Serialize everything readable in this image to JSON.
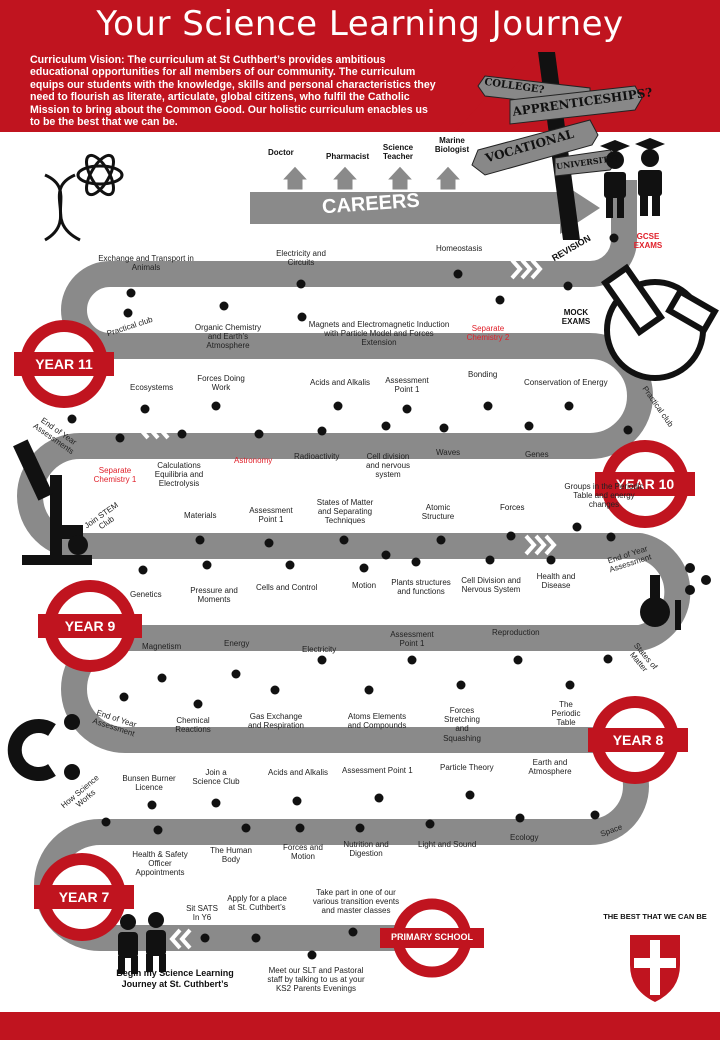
{
  "title": "Your Science Learning Journey",
  "vision": "Curriculum Vision:  The curriculum at St Cuthbert’s provides ambitious educational opportunities  for all members of our community. The curriculum equips our students with the knowledge, skills and personal characteristics they need to flourish as literate, articulate, global citizens, who fulfil the Catholic Mission to bring about the Common Good. Our holistic curriculum enacbles us to be the best that we can be.",
  "colors": {
    "red": "#c0141f",
    "road": "#8a8a8a",
    "dot": "#111111",
    "accent_red_text": "#e0202a"
  },
  "signpost": {
    "college": "COLLEGE?",
    "apprenticeships": "APPRENTICESHIPS?",
    "vocational": "VOCATIONAL",
    "university": "UNIVERSITY?",
    "revision": "REVISION"
  },
  "careers": {
    "banner": "CAREERS",
    "items": [
      "Doctor",
      "Pharmacist",
      "Science Teacher",
      "Marine Biologist"
    ]
  },
  "years": {
    "y11": "YEAR 11",
    "y10": "YEAR 10",
    "y9": "YEAR 9",
    "y8": "YEAR 8",
    "y7": "YEAR 7",
    "primary": "PRIMARY SCHOOL"
  },
  "top": {
    "gcse": "GCSE EXAMS",
    "mock": "MOCK EXAMS",
    "homeostasis": "Homeostasis",
    "electricity_circuits": "Electricity  and Circuits",
    "exchange": "Exchange and Transport in Animals",
    "practical_club": "Practical club",
    "organic": "Organic Chemistry and Earth’s Atmosphere",
    "magnets": "Magnets and Electromagnetic Induction with Particle Model and Forces Extension",
    "separate_chem2": "Separate Chemistry 2"
  },
  "y11row": {
    "ecosystems": "Ecosystems",
    "forces_doing_work": "Forces Doing Work",
    "acids_alkalis": "Acids and Alkalis",
    "assessment_point_1": "Assessment Point 1",
    "bonding": "Bonding",
    "conservation": "Conservation of Energy",
    "practical_club": "Practical club",
    "end_of_year": "End of Year Assessments",
    "separate_chem1": "Separate Chemistry 1",
    "calculations": "Calculations Equilibria and Electrolysis",
    "astronomy": "Astronomy",
    "radioactivity": "Radioactivity",
    "cell_division": "Cell division and nervous system",
    "waves": "Waves",
    "genes": "Genes"
  },
  "y10row": {
    "join_stem": "Join STEM Club",
    "materials": "Materials",
    "assessment_point_1": "Assessment Point 1",
    "states_of_matter": "States  of Matter and Separating Techniques",
    "atomic_structure": "Atomic Structure",
    "forces": "Forces",
    "groups": "Groups in the Periodic Table and energy changes",
    "end_of_year": "End of Year Assessment",
    "genetics": "Genetics",
    "pressure": "Pressure and Moments",
    "cells_control": "Cells and Control",
    "motion": "Motion",
    "plants": "Plants structures and functions",
    "cell_division_ns": "Cell Division and Nervous System",
    "health": "Health and Disease"
  },
  "y9row": {
    "magnetism": "Magnetism",
    "energy": "Energy",
    "electricity": "Electricity",
    "assessment_point_1": "Assessment Point 1",
    "reproduction": "Reproduction",
    "states_of_matter": "States of Matter",
    "end_of_year": "End of Year Assessment",
    "chemical_reactions": "Chemical Reactions",
    "gas_exchange": "Gas Exchange and Respiration",
    "atoms": "Atoms Elements and Compounds",
    "forces": "Forces Stretching and Squashing",
    "periodic_table": "The Periodic Table"
  },
  "y8row": {
    "how_science_works": "How Science Works",
    "bunsen": "Bunsen Burner Licence",
    "join_science_club": "Join a Science Club",
    "acids_alkalis": "Acids and Alkalis",
    "assessment_point_1": "Assessment Point 1",
    "particle_theory": "Particle  Theory",
    "earth_atmosphere": "Earth and Atmosphere",
    "health_safety": "Health & Safety Officer Appointments",
    "human_body": "The Human Body",
    "forces_motion": "Forces and Motion",
    "nutrition": "Nutrition and Digestion",
    "light_sound": "Light and Sound",
    "ecology": "Ecology",
    "space": "Space"
  },
  "y7row": {
    "sats": "Sit SATS In Y6",
    "apply": "Apply for a place at St. Cuthbert’s",
    "transition": "Take part in one of our various transition events and master classes",
    "meet_slt": "Meet  our SLT and Pastoral staff by talking to us at your KS2 Parents  Evenings",
    "begin": "Begin my Science Learning Journey at St. Cuthbert’s"
  },
  "motto": "THE BEST THAT WE CAN BE"
}
